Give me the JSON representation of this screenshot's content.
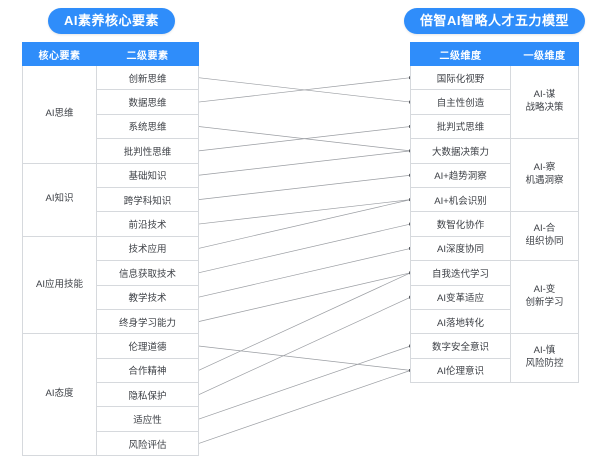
{
  "left_panel": {
    "title": "AI素养核心要素",
    "columns": [
      "核心要素",
      "二级要素"
    ],
    "groups": [
      {
        "name": "AI思维",
        "items": [
          "创新思维",
          "数据思维",
          "系统思维",
          "批判性思维"
        ]
      },
      {
        "name": "AI知识",
        "items": [
          "基础知识",
          "跨学科知识",
          "前沿技术"
        ]
      },
      {
        "name": "AI应用技能",
        "items": [
          "技术应用",
          "信息获取技术",
          "教学技术",
          "终身学习能力"
        ]
      },
      {
        "name": "AI态度",
        "items": [
          "伦理道德",
          "合作精神",
          "隐私保护",
          "适应性",
          "风险评估"
        ]
      }
    ]
  },
  "right_panel": {
    "title": "倍智AI智略人才五力模型",
    "columns": [
      "二级维度",
      "一级维度"
    ],
    "groups": [
      {
        "name": "AI-谋\n战略决策",
        "name_line1": "AI-谋",
        "name_line2": "战略决策",
        "items": [
          "国际化视野",
          "自主性创造",
          "批判式思维"
        ]
      },
      {
        "name": "AI-察\n机遇洞察",
        "name_line1": "AI-察",
        "name_line2": "机遇洞察",
        "items": [
          "大数据决策力",
          "AI+趋势洞察",
          "AI+机会识别"
        ]
      },
      {
        "name": "AI-合\n组织协同",
        "name_line1": "AI-合",
        "name_line2": "组织协同",
        "items": [
          "数智化协作",
          "AI深度协同"
        ]
      },
      {
        "name": "AI-变\n创新学习",
        "name_line1": "AI-变",
        "name_line2": "创新学习",
        "items": [
          "自我迭代学习",
          "AI变革适应",
          "AI落地转化"
        ]
      },
      {
        "name": "AI-慎\n风险防控",
        "name_line1": "AI-慎",
        "name_line2": "风险防控",
        "items": [
          "数字安全意识",
          "AI伦理意识"
        ]
      }
    ]
  },
  "colors": {
    "accent": "#2f8dfa",
    "border": "#d6d9dd",
    "text": "#3d4046",
    "link": "#9a9da2"
  },
  "links": [
    [
      0,
      1
    ],
    [
      1,
      0
    ],
    [
      2,
      3
    ],
    [
      3,
      2
    ],
    [
      4,
      3
    ],
    [
      5,
      4
    ],
    [
      6,
      5
    ],
    [
      7,
      5
    ],
    [
      8,
      6
    ],
    [
      9,
      7
    ],
    [
      10,
      8
    ],
    [
      11,
      12
    ],
    [
      12,
      8
    ],
    [
      13,
      9
    ],
    [
      14,
      11
    ],
    [
      15,
      12
    ]
  ]
}
